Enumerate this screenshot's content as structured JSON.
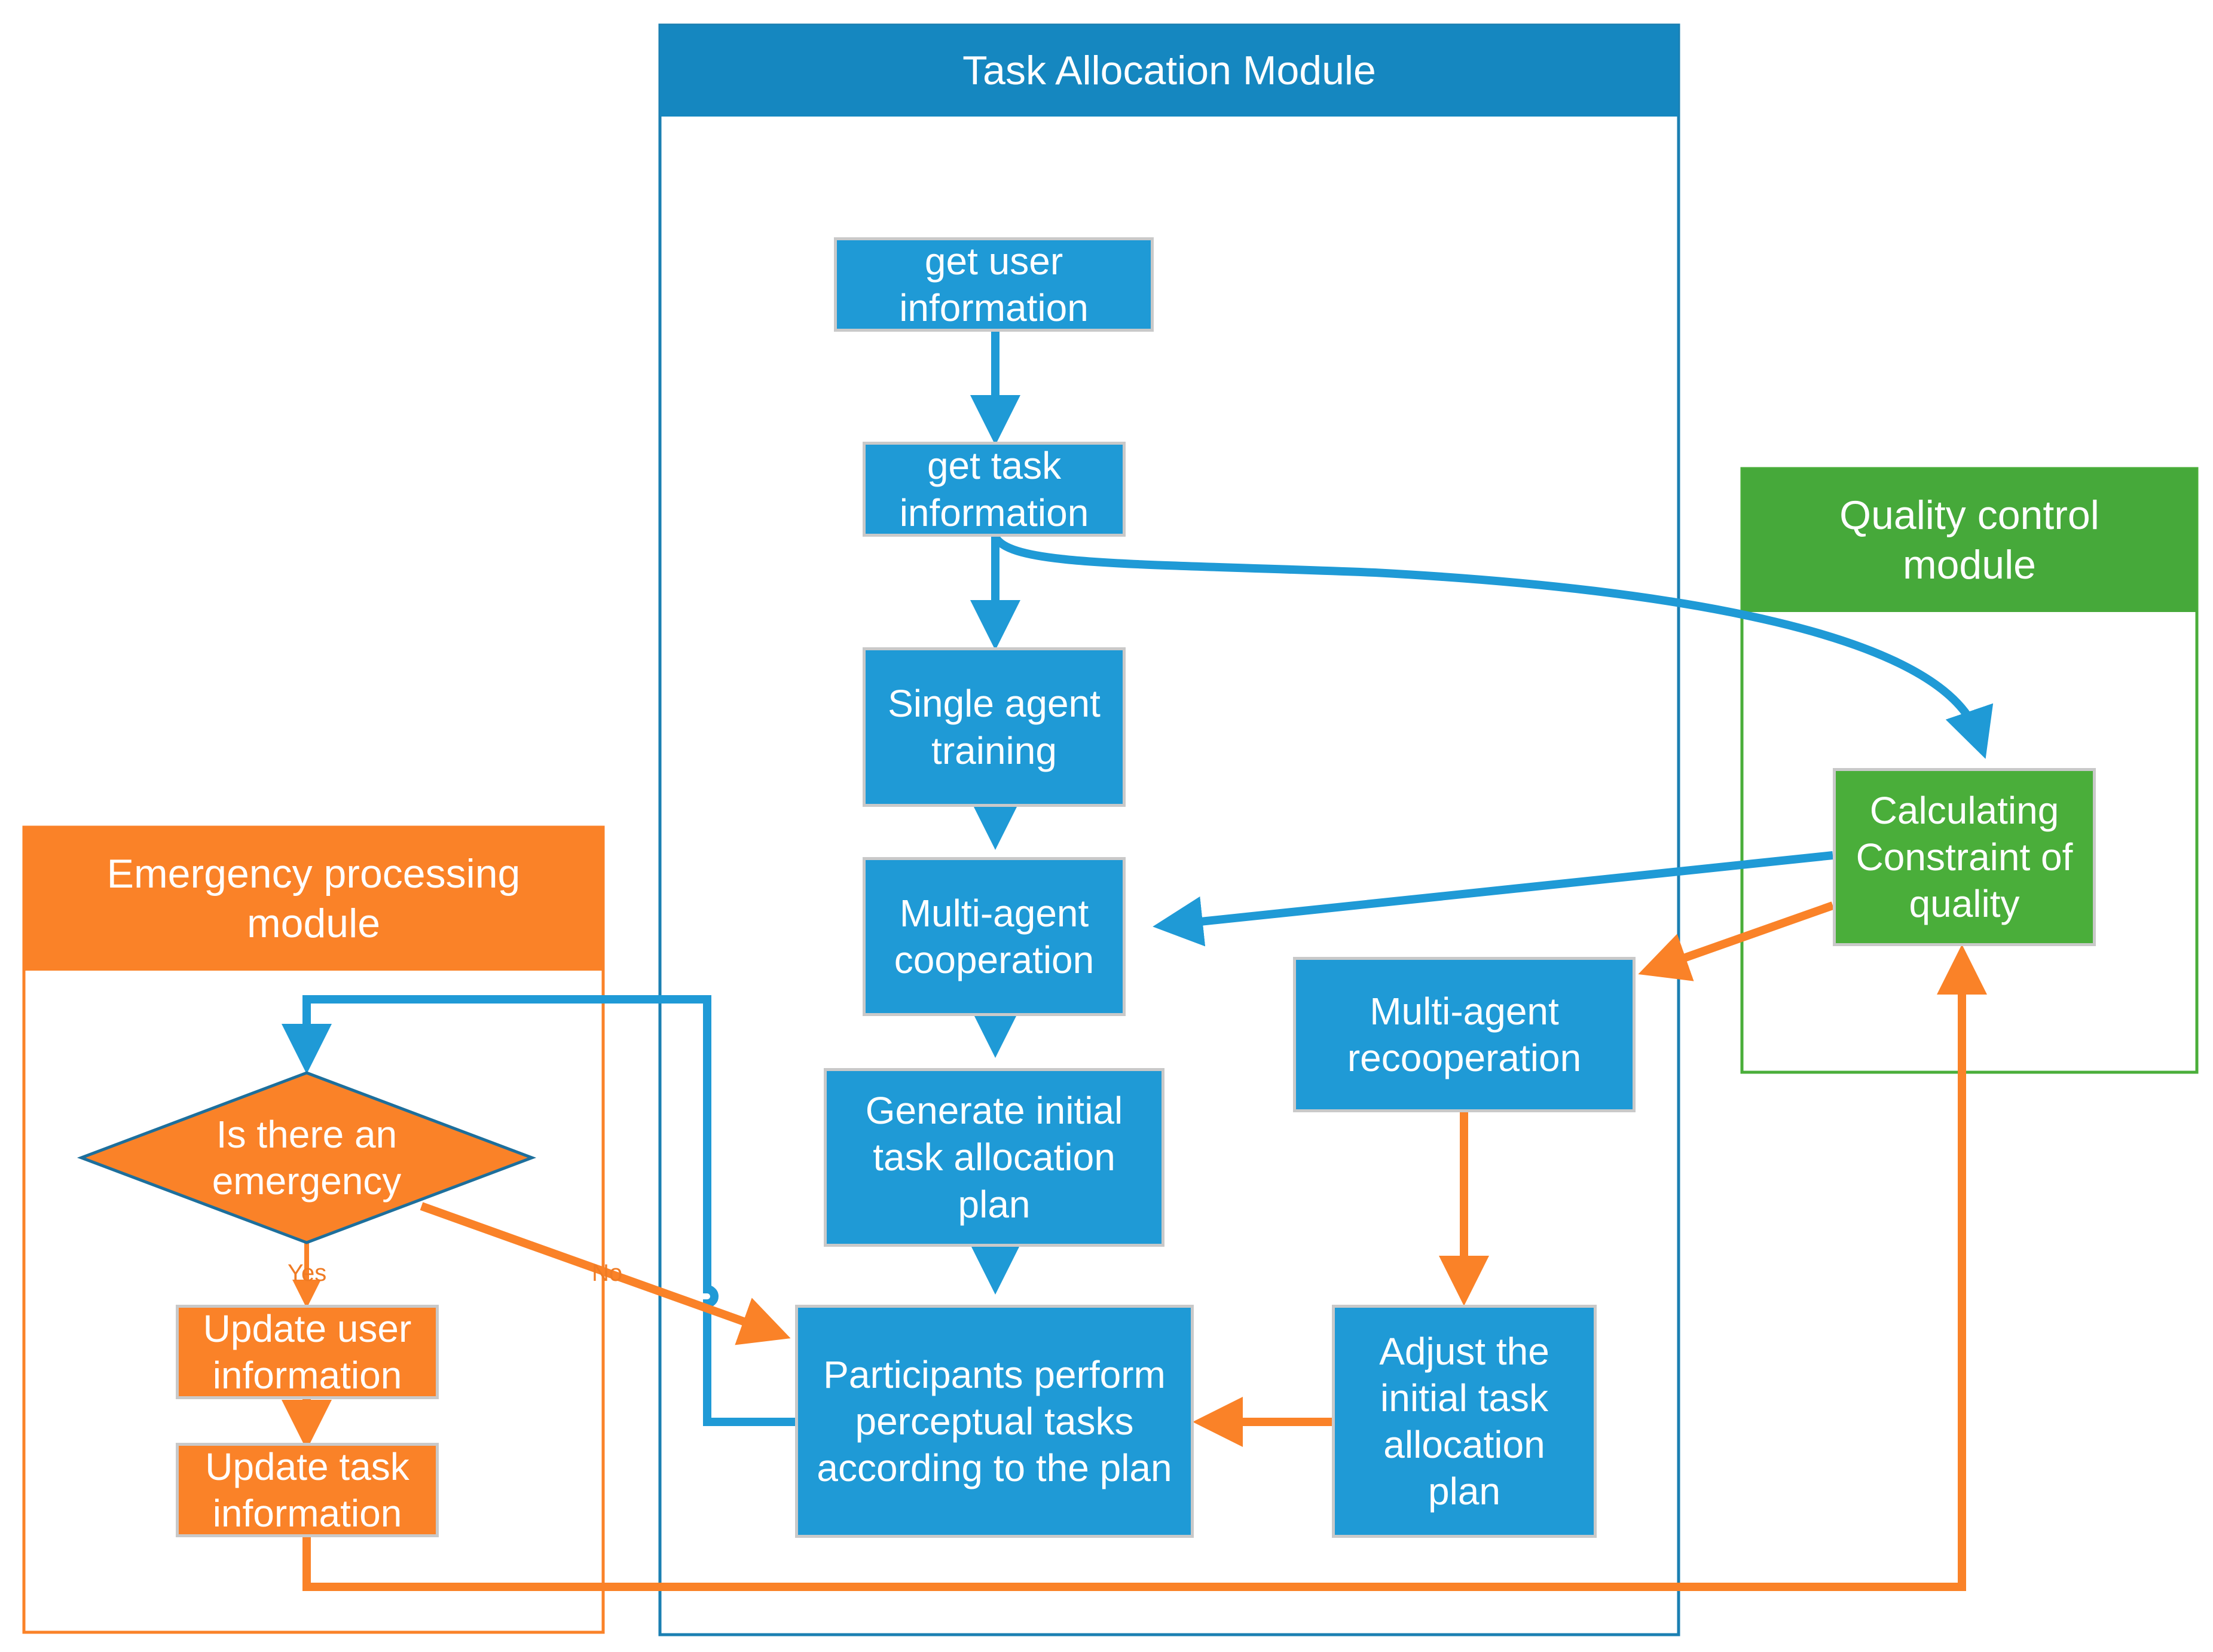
{
  "modules": {
    "task_allocation": {
      "title": "Task Allocation Module",
      "color": "#1587c0"
    },
    "quality_control": {
      "title": "Quality control\nmodule",
      "color": "#46a93a"
    },
    "emergency": {
      "title": "Emergency processing\nmodule",
      "color": "#fa8228"
    }
  },
  "nodes": {
    "get_user_info": "get user\ninformation",
    "get_task_info": "get task\ninformation",
    "single_agent": "Single agent\ntraining",
    "multi_agent": "Multi-agent\ncooperation",
    "generate_plan": "Generate initial\ntask allocation\nplan",
    "participants": "Participants perform\nperceptual tasks\naccording to the plan",
    "recooperation": "Multi-agent\nrecooperation",
    "adjust_plan": "Adjust the\ninitial task\nallocation\nplan",
    "calc_quality": "Calculating\nConstraint of\nquality",
    "emergency_q": "Is there an\nemergency",
    "update_user": "Update user\ninformation",
    "update_task": "Update task\ninformation"
  },
  "edge_labels": {
    "yes": "Yes",
    "no": "No"
  },
  "colors": {
    "blue": "#1f9ad6",
    "green": "#4aae3a",
    "orange": "#fa8228",
    "node_border": "#c9c9c9"
  }
}
